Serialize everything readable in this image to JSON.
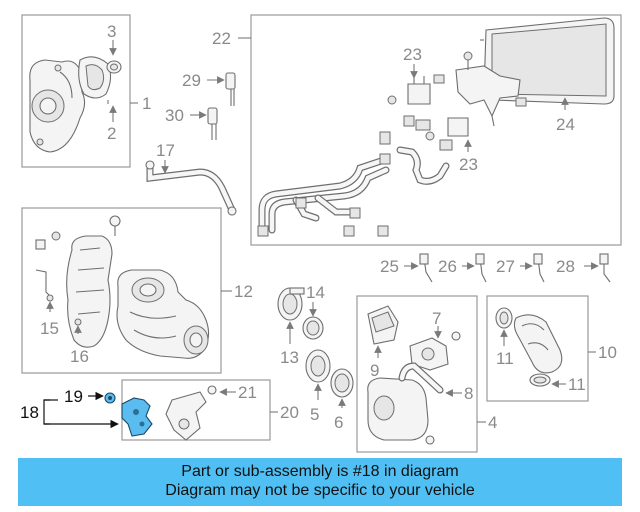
{
  "callouts": {
    "c1": "1",
    "c2": "2",
    "c3": "3",
    "c4": "4",
    "c5": "5",
    "c6": "6",
    "c7": "7",
    "c8": "8",
    "c9": "9",
    "c10": "10",
    "c11a": "11",
    "c11b": "11",
    "c12": "12",
    "c13": "13",
    "c14": "14",
    "c15": "15",
    "c16": "16",
    "c17": "17",
    "c18": "18",
    "c19": "19",
    "c20": "20",
    "c21": "21",
    "c22": "22",
    "c23a": "23",
    "c23b": "23",
    "c24": "24",
    "c25": "25",
    "c26": "26",
    "c27": "27",
    "c28": "28",
    "c29": "29",
    "c30": "30"
  },
  "highlight": {
    "part": "18",
    "color": "#5bbcf0"
  },
  "banner": {
    "line1": "Part or sub-assembly is #18 in diagram",
    "line2": "Diagram may not be specific to your vehicle",
    "color": "#50bff3"
  }
}
